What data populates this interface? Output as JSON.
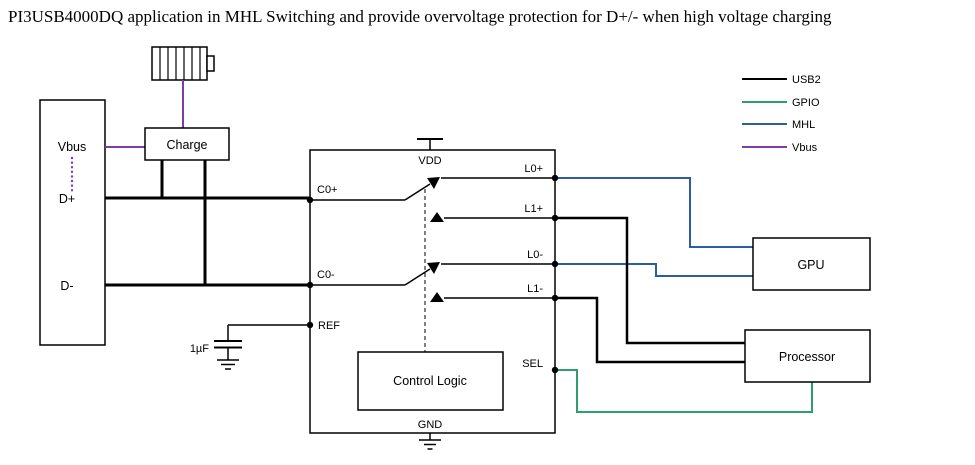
{
  "title": "PI3USB4000DQ application in MHL Switching and provide overvoltage protection for D+/- when high voltage charging",
  "colors": {
    "usb2": "#000000",
    "gpio": "#2E9E6E",
    "mhl": "#2D5CA6",
    "vbus": "#7B3FA3"
  },
  "legend": {
    "items": [
      {
        "label": "USB2",
        "color": "#000000"
      },
      {
        "label": "GPIO",
        "color": "#2E9E6E"
      },
      {
        "label": "MHL",
        "color": "#2D5CA6"
      },
      {
        "label": "Vbus",
        "color": "#7B3FA3"
      }
    ]
  },
  "connector": {
    "vbus": "Vbus",
    "dplus": "D+",
    "dminus": "D-"
  },
  "charge": {
    "label": "Charge"
  },
  "capacitor": {
    "label": "1µF"
  },
  "ic": {
    "vdd": "VDD",
    "gnd": "GND",
    "c0p": "C0+",
    "c0n": "C0-",
    "ref": "REF",
    "sel": "SEL",
    "l0p": "L0+",
    "l1p": "L1+",
    "l0n": "L0-",
    "l1n": "L1-",
    "control_logic": "Control Logic"
  },
  "gpu": {
    "label": "GPU"
  },
  "processor": {
    "label": "Processor"
  }
}
